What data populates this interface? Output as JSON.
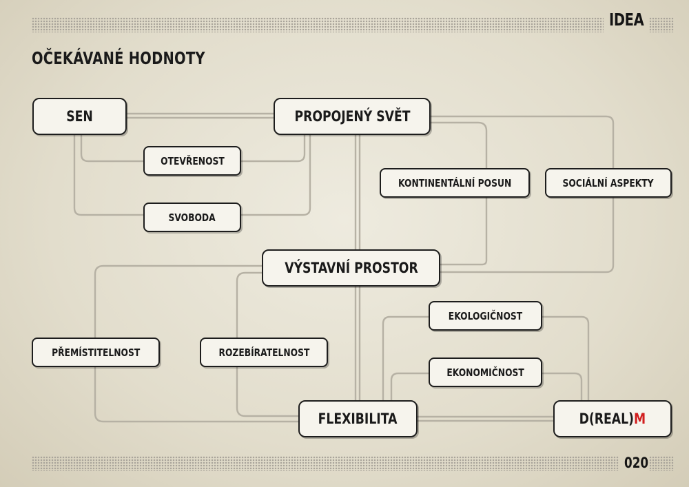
{
  "header": {
    "section": "IDEA",
    "page_number": "020"
  },
  "title": "OČEKÁVANÉ HODNOTY",
  "nodes": {
    "sen": "SEN",
    "propojeny_svet": "PROPOJENÝ SVĚT",
    "otevrenost": "OTEVŘENOST",
    "svoboda": "SVOBODA",
    "kontinentalni_posun": "KONTINENTÁLNÍ POSUN",
    "socialni_aspekty": "SOCIÁLNÍ ASPEKTY",
    "vystavni_prostor": "VÝSTAVNÍ PROSTOR",
    "ekologicnost": "EKOLOGIČNOST",
    "ekonomicnost": "EKONOMIČNOST",
    "premistitelnost": "PŘEMÍSTITELNOST",
    "rozebiratelnost": "ROZEBÍRATELNOST",
    "flexibilita": "FLEXIBILITA",
    "drealm": {
      "text": "D(REAL)",
      "accent_letter": "M"
    }
  },
  "colors": {
    "accent": "#d11e1e",
    "connector": "#b6b1a4",
    "node_border": "#1d1d1d",
    "node_fill": "#f6f4ed"
  }
}
